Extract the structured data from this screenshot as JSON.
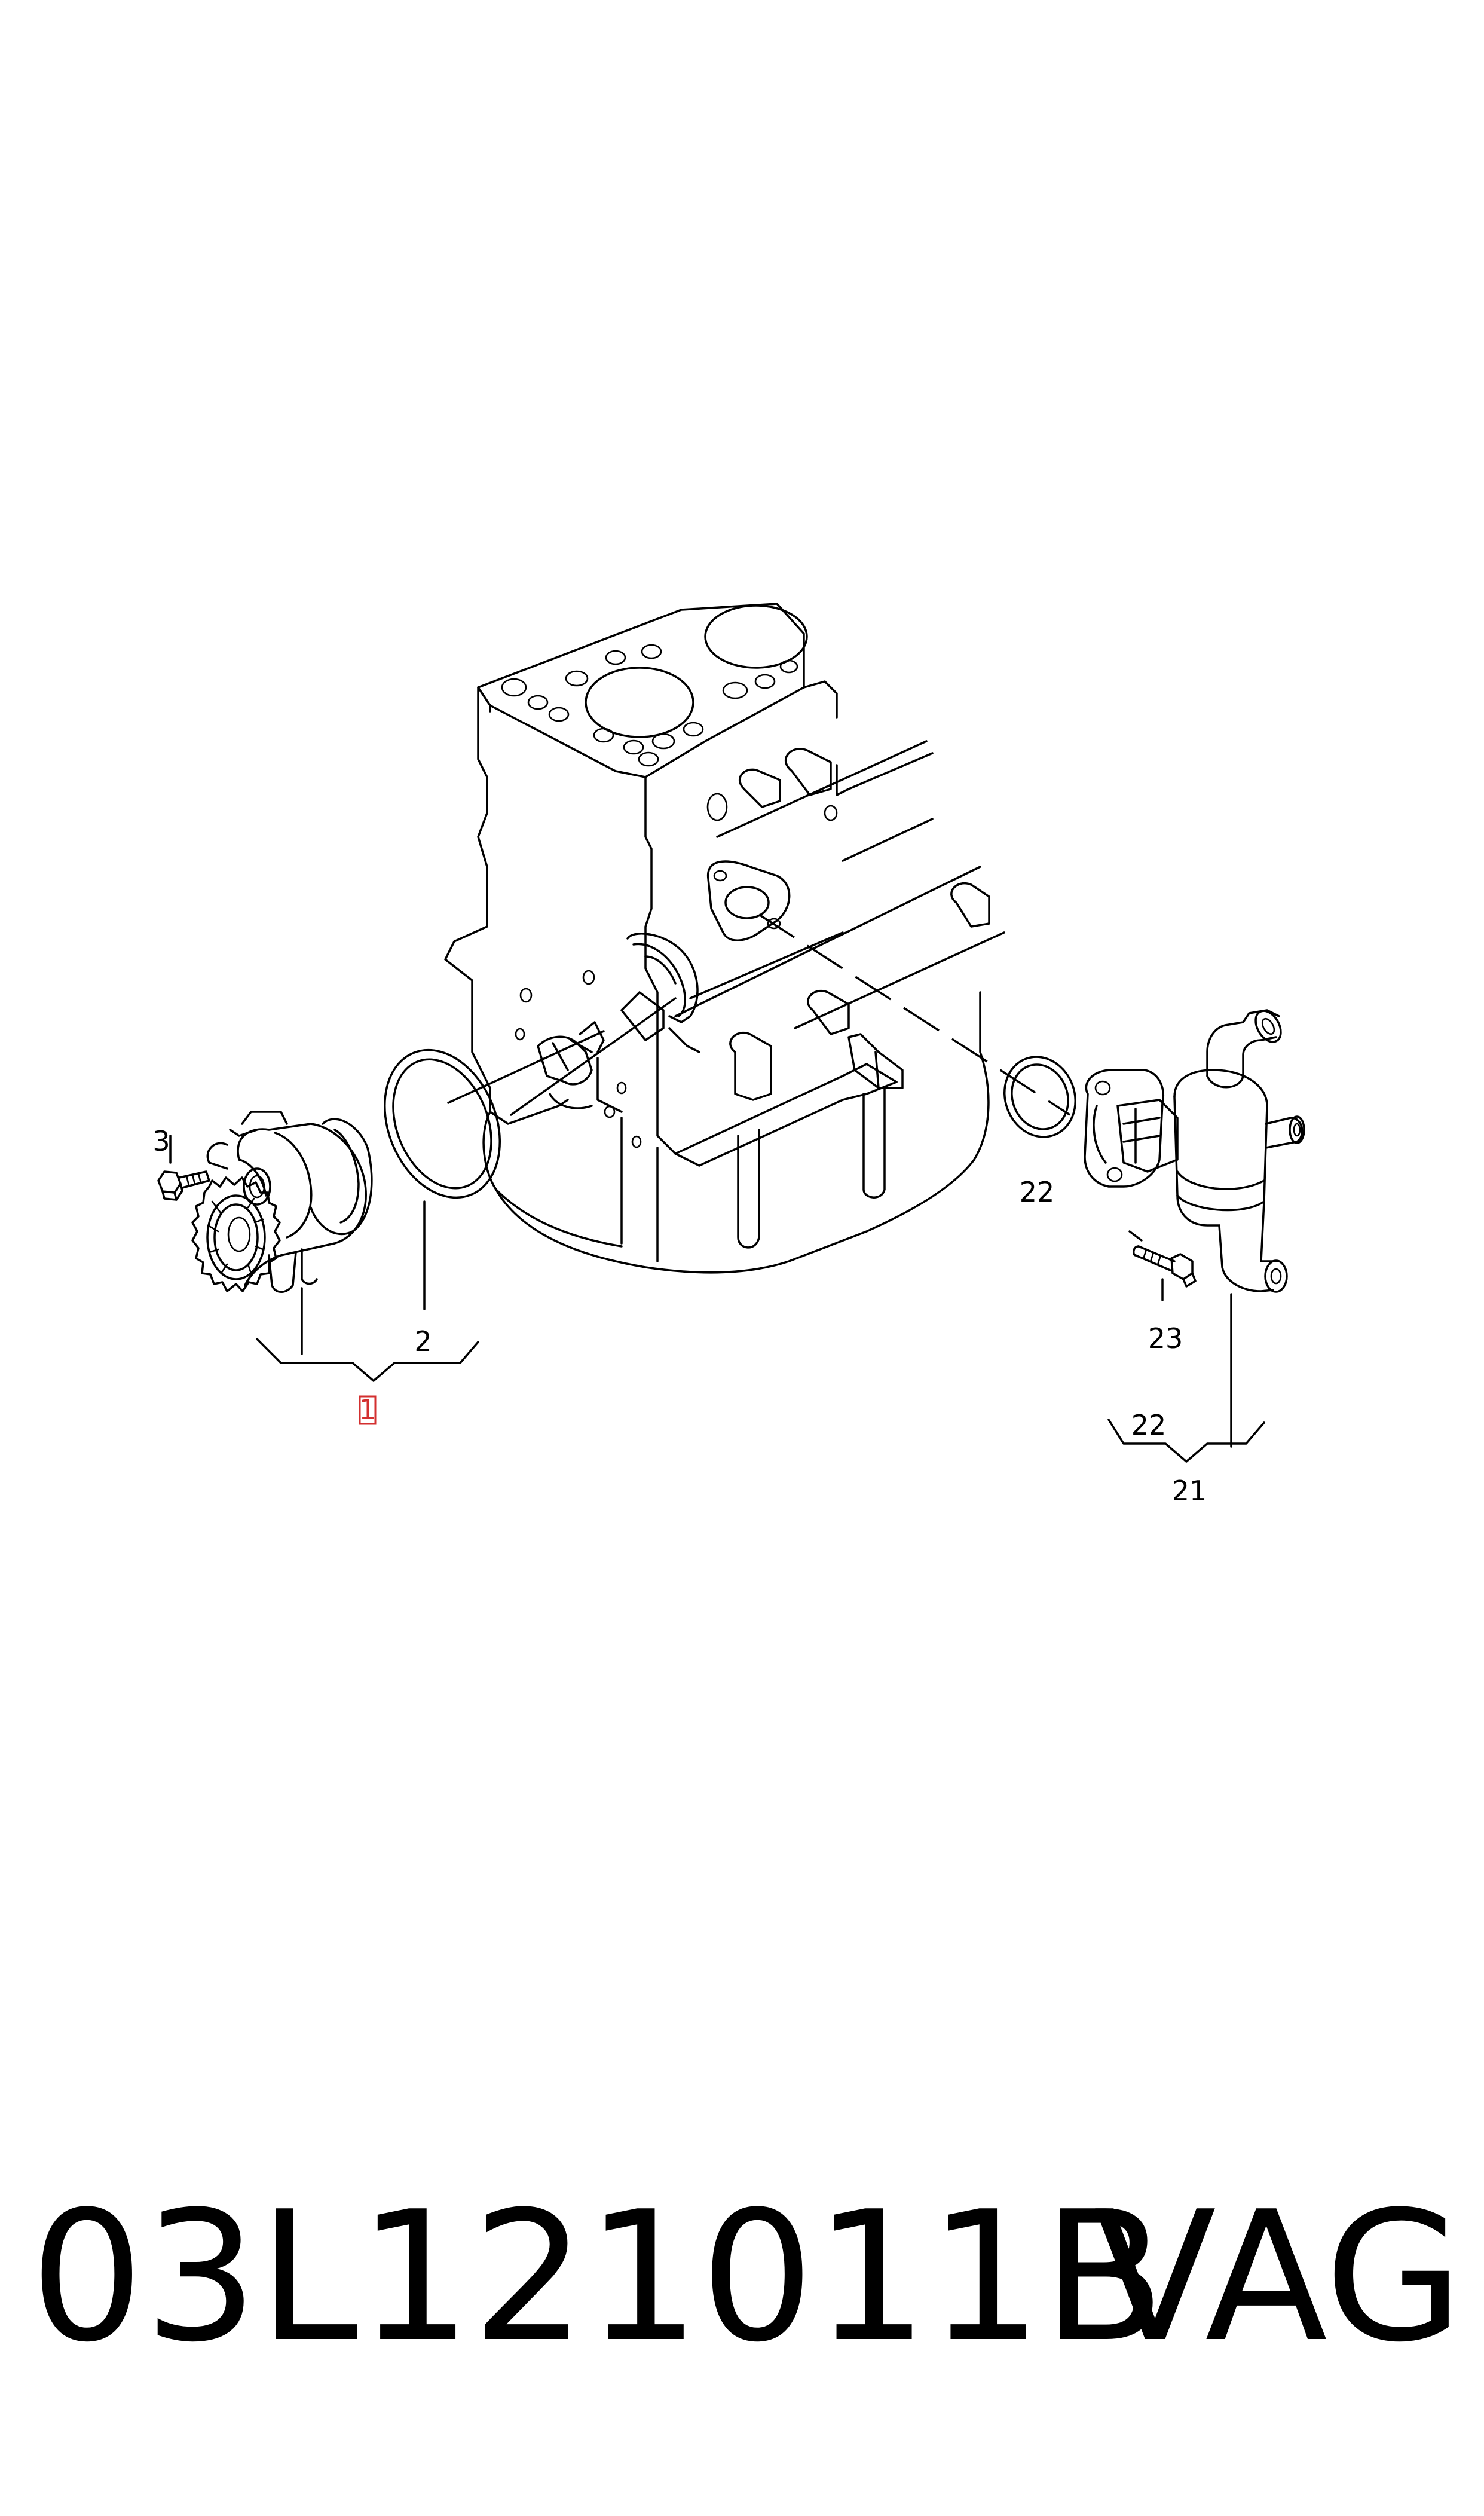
{
  "callouts": {
    "c1": "1",
    "c2": "2",
    "c3": "3",
    "c21": "21",
    "c22a": "22",
    "c22b": "22",
    "c23": "23"
  },
  "footer": {
    "part_number": "03L121011B",
    "brand": "VAG"
  },
  "colors": {
    "line": "#000000",
    "highlight": "#d32f2f",
    "background": "#ffffff"
  }
}
